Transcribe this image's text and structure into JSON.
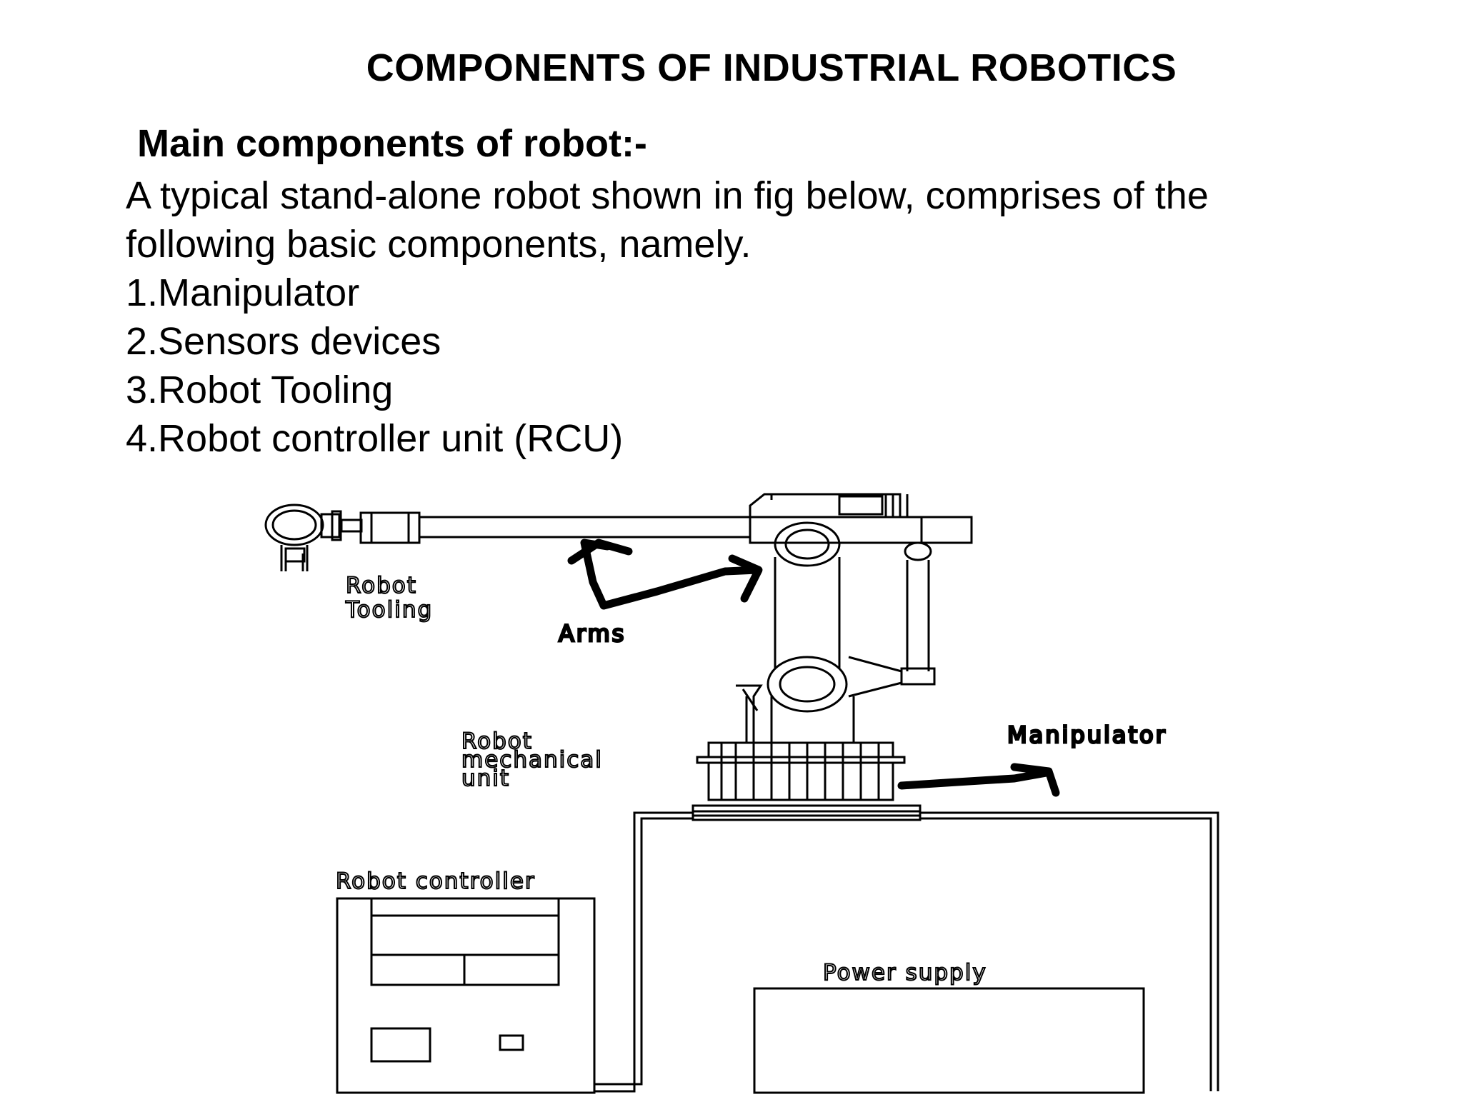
{
  "title": "COMPONENTS OF INDUSTRIAL ROBOTICS",
  "subtitle": "Main components of robot:-",
  "intro_lines": [
    "A typical stand-alone robot shown in fig below, comprises of the",
    "following basic components, namely."
  ],
  "components": [
    "1.Manipulator",
    "2.Sensors devices",
    "3.Robot Tooling",
    "4.Robot controller unit (RCU)"
  ],
  "diagram_labels": {
    "tooling_line1": "Robot",
    "tooling_line2": "Tooling",
    "arms": "Arms",
    "mech_line1": "Robot",
    "mech_line2": "mechanical",
    "mech_line3": "unit",
    "manipulator": "Manipulator",
    "controller": "Robot controller",
    "power": "Power supply"
  }
}
